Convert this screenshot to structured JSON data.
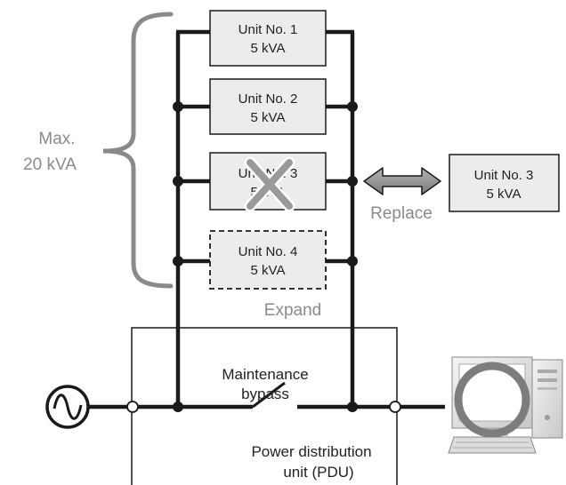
{
  "units": [
    {
      "name": "Unit No. 1",
      "capacity": "5 kVA"
    },
    {
      "name": "Unit No. 2",
      "capacity": "5 kVA"
    },
    {
      "name": "Unit No. 3",
      "capacity": "5 kVA"
    },
    {
      "name": "Unit No. 4",
      "capacity": "5 kVA"
    }
  ],
  "replacement_unit": {
    "name": "Unit No. 3",
    "capacity": "5 kVA"
  },
  "max_label": {
    "line1": "Max.",
    "line2": "20 kVA"
  },
  "replace_label": "Replace",
  "expand_label": "Expand",
  "bypass_label": {
    "line1": "Maintenance",
    "line2": "bypass"
  },
  "pdu_label": {
    "line1": "Power distribution",
    "line2": "unit (PDU)"
  },
  "colors": {
    "line": "#1a1a1a",
    "box_fill": "#ececec",
    "grey": "#8a8a8a",
    "arrow": "#8a8a8a"
  }
}
